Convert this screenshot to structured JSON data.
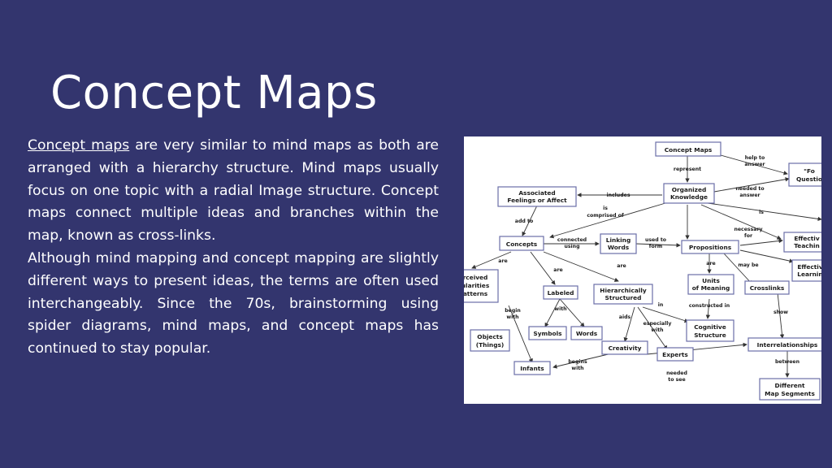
{
  "slide": {
    "title": "Concept Maps",
    "paragraph1": {
      "link_text": "Concept maps",
      "text": " are very similar to mind maps as both are arranged with a hierarchy structure. Mind maps usually focus on one topic with a radial Image structure. Concept maps connect multiple ideas and branches within the map, known as cross-links."
    },
    "paragraph2": "Although mind mapping and concept mapping are slightly different ways to present ideas, the terms are often used interchangeably. Since the 70s, brainstorming using spider diagrams, mind maps, and concept maps has continued to stay popular."
  },
  "diagram": {
    "nodes": {
      "concept_maps": "Concept Maps",
      "organized_1": "Organized",
      "organized_2": "Knowledge",
      "assoc_1": "Associated",
      "assoc_2": "Feelings or Affect",
      "focus_1": "\"Fo",
      "focus_2": "Questio",
      "effective1_1": "Effectiv",
      "effective1_2": "Teachin",
      "effective2_1": "Effectiv",
      "effective2_2": "Learnin",
      "concepts": "Concepts",
      "linking_1": "Linking",
      "linking_2": "Words",
      "propositions": "Propositions",
      "perceived_1": "rceived",
      "perceived_2": "ularities",
      "perceived_3": "atterns",
      "labeled": "Labeled",
      "hier_1": "Hierarchically",
      "hier_2": "Structured",
      "units_1": "Units",
      "units_2": "of Meaning",
      "crosslinks": "Crosslinks",
      "symbols": "Symbols",
      "words": "Words",
      "cognitive_1": "Cognitive",
      "cognitive_2": "Structure",
      "objects_1": "Objects",
      "objects_2": "(Things)",
      "creativity": "Creativity",
      "experts": "Experts",
      "interrelationships": "Interrelationships",
      "infants": "Infants",
      "different_1": "Different",
      "different_2": "Map Segments"
    },
    "labels": {
      "help_to_1": "help to",
      "help_to_2": "answer",
      "represent": "represent",
      "includes": "includes",
      "needed_to_1": "needed to",
      "needed_to_2": "answer",
      "is_1": "is",
      "is_2": "is",
      "comprised_of": "comprised of",
      "add_to": "add to",
      "necessary_1": "necessary",
      "necessary_2": "for",
      "connected_1": "connected",
      "connected_2": "using",
      "used_to_1": "used to",
      "used_to_2": "form",
      "are_1": "are",
      "are_2": "are",
      "are_3": "are",
      "are_4": "are",
      "may_be": "may be",
      "begin_1": "begin",
      "begin_2": "with",
      "with": "with",
      "in": "in",
      "constructed_in": "constructed in",
      "show": "show",
      "aids": "aids",
      "especially_1": "especially",
      "especially_2": "with",
      "between": "between",
      "begins_1": "begins",
      "begins_2": "with",
      "needed_to_see_1": "needed",
      "needed_to_see_2": "to see"
    }
  }
}
